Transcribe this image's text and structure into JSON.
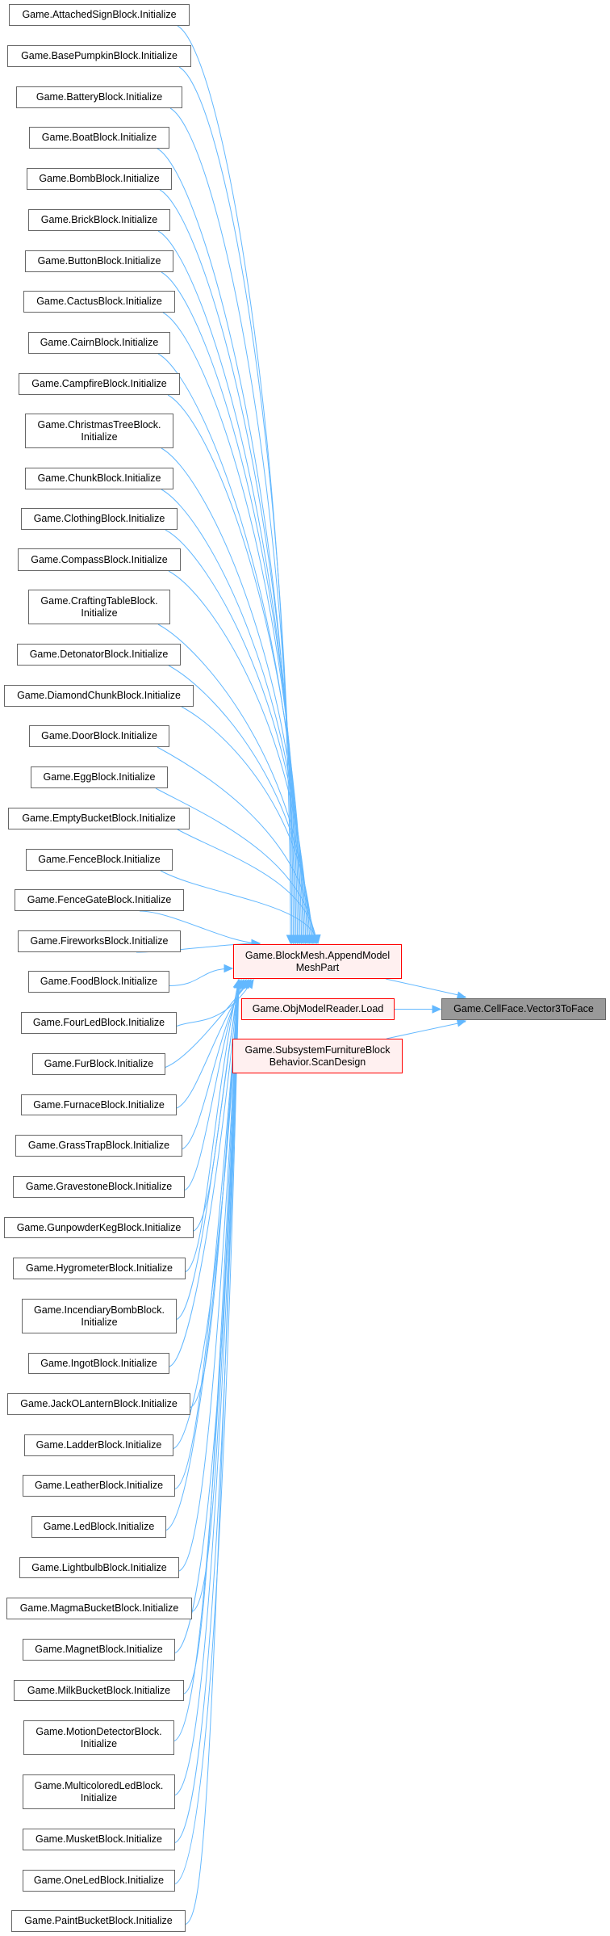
{
  "diagram": {
    "type": "call-graph",
    "edge_color": "#63b8ff",
    "focus_node": {
      "id": "cellface",
      "label": "Game.CellFace.Vector3ToFace",
      "fill": "#999999"
    },
    "hub_nodes": [
      {
        "id": "blockmesh",
        "label": "Game.BlockMesh.AppendModel\nMeshPart",
        "border": "#ff0000",
        "fill": "#fff0f0"
      },
      {
        "id": "objreader",
        "label": "Game.ObjModelReader.Load",
        "border": "#ff0000",
        "fill": "#fff0f0"
      },
      {
        "id": "scandesign",
        "label": "Game.SubsystemFurnitureBlock\nBehavior.ScanDesign",
        "border": "#ff0000",
        "fill": "#fff0f0"
      }
    ],
    "caller_nodes": [
      {
        "label": "Game.AttachedSignBlock.Initialize"
      },
      {
        "label": "Game.BasePumpkinBlock.Initialize"
      },
      {
        "label": "Game.BatteryBlock.Initialize"
      },
      {
        "label": "Game.BoatBlock.Initialize"
      },
      {
        "label": "Game.BombBlock.Initialize"
      },
      {
        "label": "Game.BrickBlock.Initialize"
      },
      {
        "label": "Game.ButtonBlock.Initialize"
      },
      {
        "label": "Game.CactusBlock.Initialize"
      },
      {
        "label": "Game.CairnBlock.Initialize"
      },
      {
        "label": "Game.CampfireBlock.Initialize"
      },
      {
        "label": "Game.ChristmasTreeBlock.\nInitialize"
      },
      {
        "label": "Game.ChunkBlock.Initialize"
      },
      {
        "label": "Game.ClothingBlock.Initialize"
      },
      {
        "label": "Game.CompassBlock.Initialize"
      },
      {
        "label": "Game.CraftingTableBlock.\nInitialize"
      },
      {
        "label": "Game.DetonatorBlock.Initialize"
      },
      {
        "label": "Game.DiamondChunkBlock.Initialize"
      },
      {
        "label": "Game.DoorBlock.Initialize"
      },
      {
        "label": "Game.EggBlock.Initialize"
      },
      {
        "label": "Game.EmptyBucketBlock.Initialize"
      },
      {
        "label": "Game.FenceBlock.Initialize"
      },
      {
        "label": "Game.FenceGateBlock.Initialize"
      },
      {
        "label": "Game.FireworksBlock.Initialize"
      },
      {
        "label": "Game.FoodBlock.Initialize"
      },
      {
        "label": "Game.FourLedBlock.Initialize"
      },
      {
        "label": "Game.FurBlock.Initialize"
      },
      {
        "label": "Game.FurnaceBlock.Initialize"
      },
      {
        "label": "Game.GrassTrapBlock.Initialize"
      },
      {
        "label": "Game.GravestoneBlock.Initialize"
      },
      {
        "label": "Game.GunpowderKegBlock.Initialize"
      },
      {
        "label": "Game.HygrometerBlock.Initialize"
      },
      {
        "label": "Game.IncendiaryBombBlock.\nInitialize"
      },
      {
        "label": "Game.IngotBlock.Initialize"
      },
      {
        "label": "Game.JackOLanternBlock.Initialize"
      },
      {
        "label": "Game.LadderBlock.Initialize"
      },
      {
        "label": "Game.LeatherBlock.Initialize"
      },
      {
        "label": "Game.LedBlock.Initialize"
      },
      {
        "label": "Game.LightbulbBlock.Initialize"
      },
      {
        "label": "Game.MagmaBucketBlock.Initialize"
      },
      {
        "label": "Game.MagnetBlock.Initialize"
      },
      {
        "label": "Game.MilkBucketBlock.Initialize"
      },
      {
        "label": "Game.MotionDetectorBlock.\nInitialize"
      },
      {
        "label": "Game.MulticoloredLedBlock.\nInitialize"
      },
      {
        "label": "Game.MusketBlock.Initialize"
      },
      {
        "label": "Game.OneLedBlock.Initialize"
      },
      {
        "label": "Game.PaintBucketBlock.Initialize"
      }
    ],
    "edges": [
      {
        "from": "all caller_nodes",
        "to": "blockmesh"
      },
      {
        "from": "blockmesh",
        "to": "cellface"
      },
      {
        "from": "objreader",
        "to": "cellface"
      },
      {
        "from": "scandesign",
        "to": "cellface"
      }
    ]
  }
}
